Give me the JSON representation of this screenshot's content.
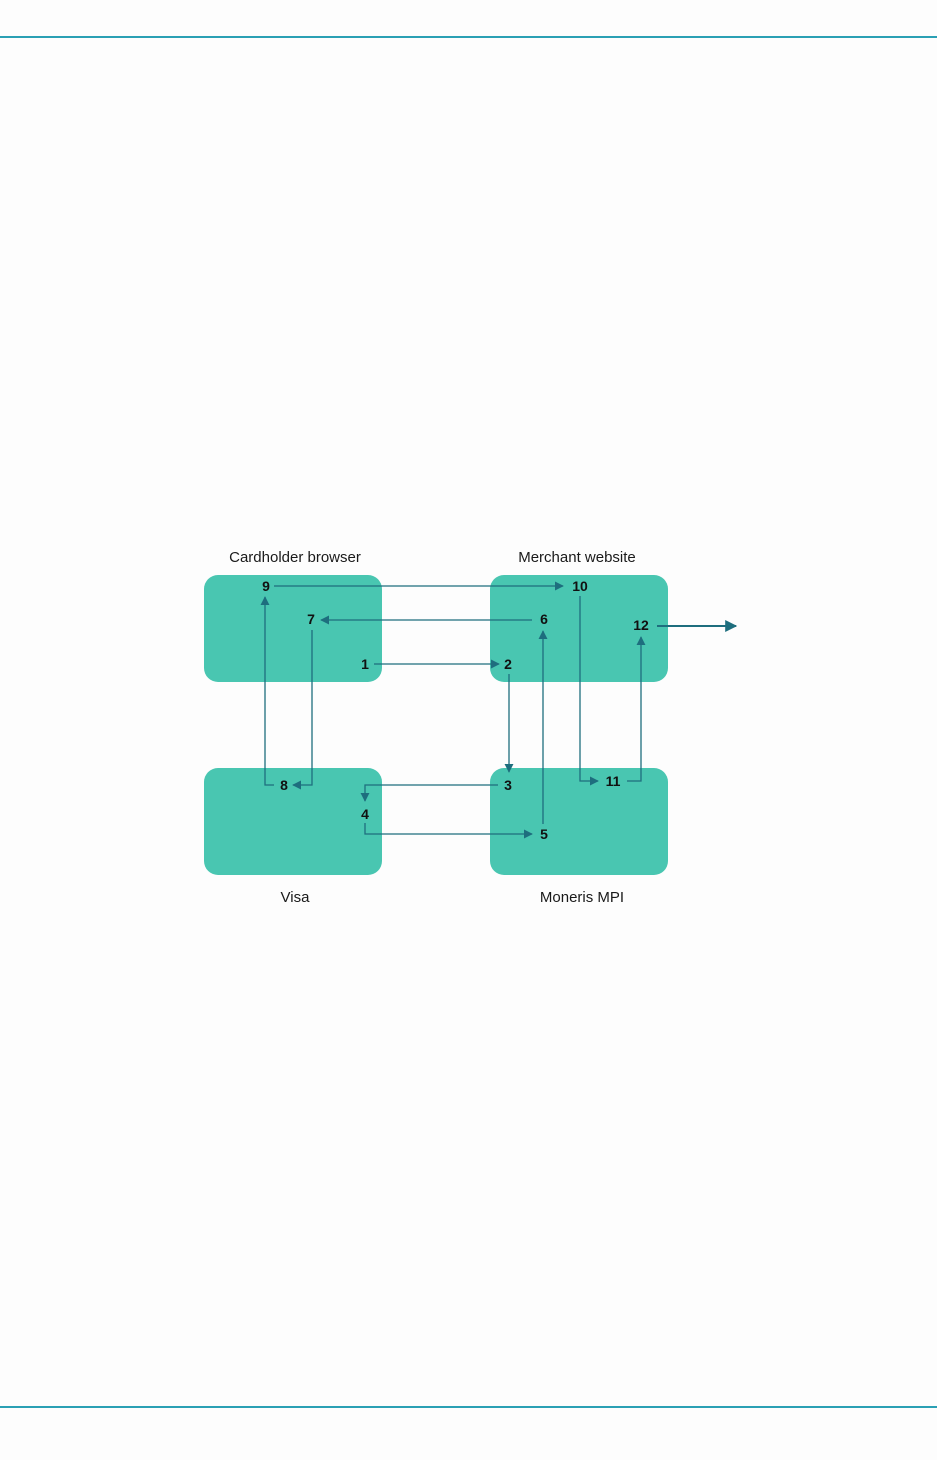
{
  "colors": {
    "rule": "#2aa0b4",
    "box_fill": "#49c6b1",
    "arrow": "#1e6e7e"
  },
  "boxes": {
    "cardholder_browser": "Cardholder browser",
    "merchant_website": "Merchant website",
    "visa": "Visa",
    "moneris_mpi": "Moneris MPI"
  },
  "steps": [
    "1",
    "2",
    "3",
    "4",
    "5",
    "6",
    "7",
    "8",
    "9",
    "10",
    "11",
    "12"
  ]
}
